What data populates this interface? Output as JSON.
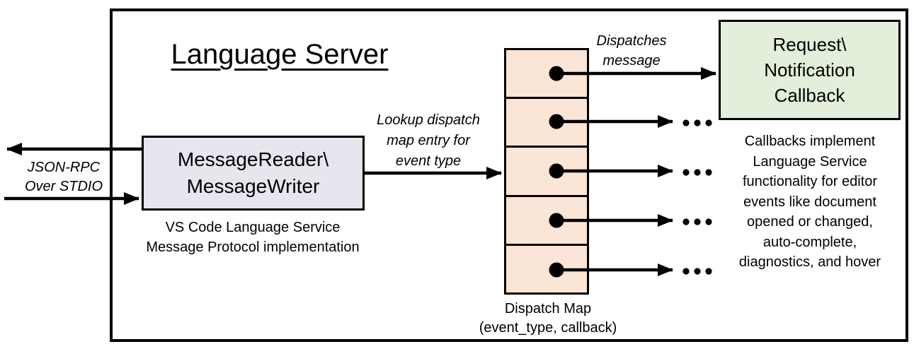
{
  "diagram": {
    "title": "Language Server"
  },
  "left_channel": {
    "label": "JSON-RPC\nOver STDIO"
  },
  "message_handler": {
    "box_label": "MessageReader\\\nMessageWriter",
    "caption": "VS Code Language Service\nMessage Protocol implementation"
  },
  "lookup": {
    "label": "Lookup dispatch\nmap entry for\nevent type"
  },
  "dispatch_map": {
    "caption": "Dispatch Map\n(event_type, callback)",
    "cell_count": 5,
    "rows": [
      {
        "target": "Request\\Notification Callback"
      },
      {
        "target": "..."
      },
      {
        "target": "..."
      },
      {
        "target": "..."
      },
      {
        "target": "..."
      }
    ]
  },
  "dispatch_arrow": {
    "label": "Dispatches\nmessage"
  },
  "callback": {
    "box_label": "Request\\\nNotification\nCallback",
    "description": "Callbacks implement\nLanguage Service\nfunctionality for editor\nevents like document\nopened or changed,\nauto-complete,\ndiagnostics, and hover"
  },
  "icons": {
    "arrowhead": "filled-right-triangle",
    "map-entry-dot": "filled-circle",
    "ellipsis": "..."
  },
  "colors": {
    "outline": "#000000",
    "message_handler_fill": "#e7e6ee",
    "dispatch_map_fill": "#fbe5d6",
    "callback_fill": "#e3efda",
    "background": "#ffffff"
  }
}
